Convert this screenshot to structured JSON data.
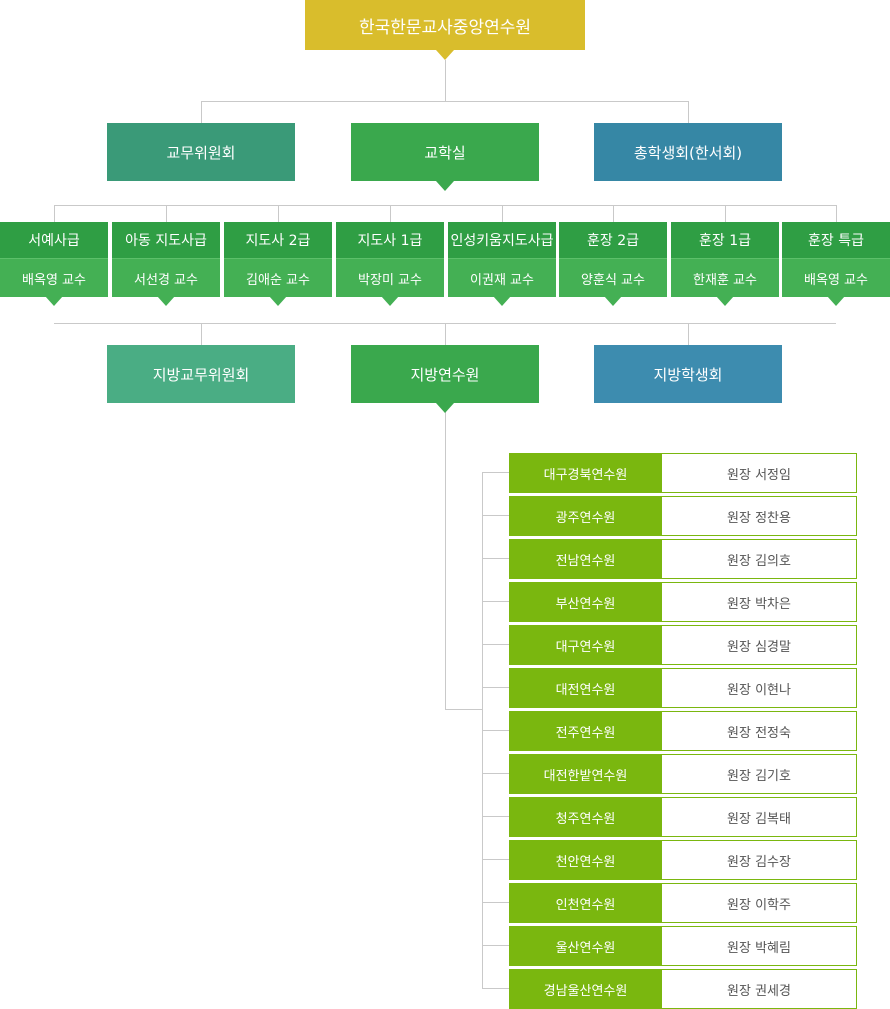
{
  "top": {
    "title": "한국한문교사중앙연수원"
  },
  "second_row": [
    {
      "label": "교무위원회",
      "color": "#3a9a78"
    },
    {
      "label": "교학실",
      "color": "#3aa84d"
    },
    {
      "label": "총학생회(한서회)",
      "color": "#3687a5"
    }
  ],
  "ranks": [
    {
      "title": "서예사급",
      "name": "배옥영 교수"
    },
    {
      "title": "아동 지도사급",
      "name": "서선경 교수"
    },
    {
      "title": "지도사 2급",
      "name": "김애순 교수"
    },
    {
      "title": "지도사 1급",
      "name": "박장미 교수"
    },
    {
      "title": "인성키움지도사급",
      "name": "이권재 교수"
    },
    {
      "title": "훈장 2급",
      "name": "양훈식 교수"
    },
    {
      "title": "훈장 1급",
      "name": "한재훈 교수"
    },
    {
      "title": "훈장 특급",
      "name": "배옥영 교수"
    }
  ],
  "regional_row": [
    {
      "label": "지방교무위원회",
      "color": "#4aad84"
    },
    {
      "label": "지방연수원",
      "color": "#3aa84d"
    },
    {
      "label": "지방학생회",
      "color": "#3d8caf"
    }
  ],
  "institutes": [
    {
      "name": "대구경북연수원",
      "head": "원장 서정임"
    },
    {
      "name": "광주연수원",
      "head": "원장 정찬용"
    },
    {
      "name": "전남연수원",
      "head": "원장 김의호"
    },
    {
      "name": "부산연수원",
      "head": "원장 박차은"
    },
    {
      "name": "대구연수원",
      "head": "원장 심경말"
    },
    {
      "name": "대전연수원",
      "head": "원장 이현나"
    },
    {
      "name": "전주연수원",
      "head": "원장 전정숙"
    },
    {
      "name": "대전한밭연수원",
      "head": "원장 김기호"
    },
    {
      "name": "청주연수원",
      "head": "원장 김복태"
    },
    {
      "name": "천안연수원",
      "head": "원장 김수장"
    },
    {
      "name": "인천연수원",
      "head": "원장 이학주"
    },
    {
      "name": "울산연수원",
      "head": "원장 박혜림"
    },
    {
      "name": "경남울산연수원",
      "head": "원장 권세경"
    }
  ]
}
